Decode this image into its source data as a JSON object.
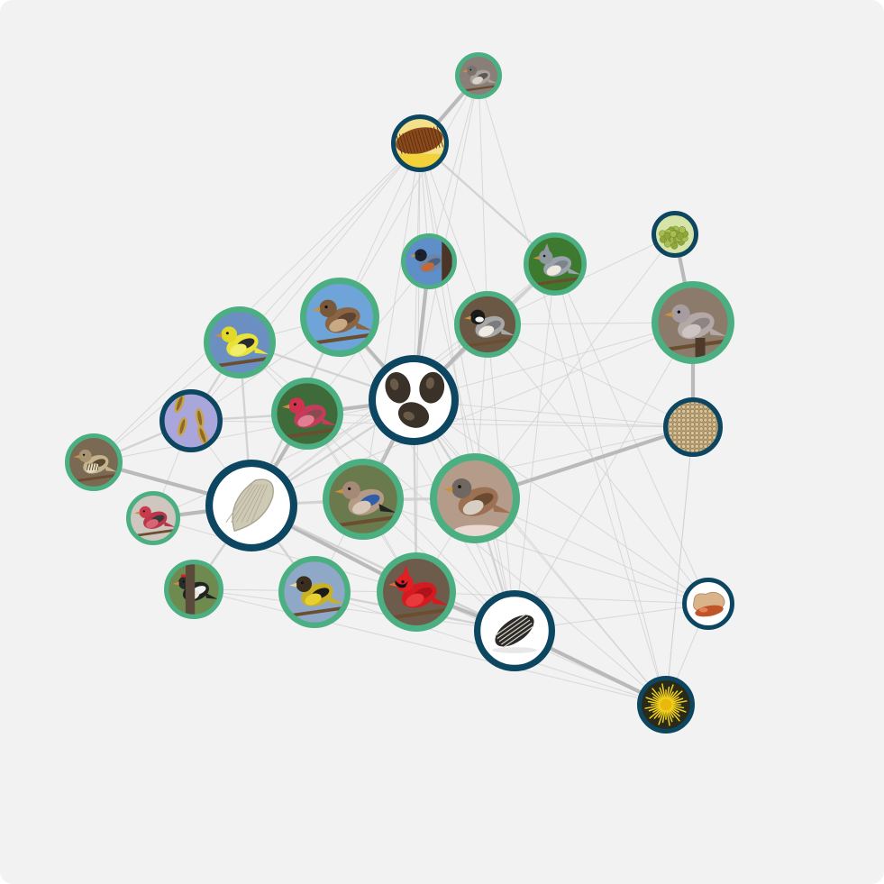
{
  "colors": {
    "background": "#f2f2f2",
    "bird_ring": "#4caf82",
    "seed_ring": "#0d4660",
    "edge": "#b4b4b4",
    "edge_light": "#cfcfcf"
  },
  "nodes": [
    {
      "id": "bird-top-perched",
      "kind": "bird",
      "icon": "small-gray-bird-icon"
    },
    {
      "id": "seed-corn",
      "kind": "seed",
      "icon": "corn-cob-icon"
    },
    {
      "id": "bird-nuthatch",
      "kind": "bird",
      "icon": "nuthatch-icon"
    },
    {
      "id": "bird-titmouse",
      "kind": "bird",
      "icon": "titmouse-icon"
    },
    {
      "id": "seed-green-cluster",
      "kind": "seed",
      "icon": "green-seed-cluster-icon"
    },
    {
      "id": "bird-dove",
      "kind": "bird",
      "icon": "dove-icon"
    },
    {
      "id": "bird-house-finch-f",
      "kind": "bird",
      "icon": "brown-finch-icon"
    },
    {
      "id": "bird-goldfinch",
      "kind": "bird",
      "icon": "goldfinch-icon"
    },
    {
      "id": "bird-chickadee",
      "kind": "bird",
      "icon": "chickadee-icon"
    },
    {
      "id": "seed-black-oil",
      "kind": "seed",
      "icon": "black-seeds-icon"
    },
    {
      "id": "seed-millet-sprig",
      "kind": "seed",
      "icon": "millet-sprig-icon"
    },
    {
      "id": "bird-house-finch-m",
      "kind": "bird",
      "icon": "red-finch-icon"
    },
    {
      "id": "seed-millet-pile",
      "kind": "seed",
      "icon": "millet-pile-icon"
    },
    {
      "id": "bird-sparrow-striped",
      "kind": "bird",
      "icon": "striped-sparrow-icon"
    },
    {
      "id": "seed-safflower",
      "kind": "seed",
      "icon": "safflower-seed-icon"
    },
    {
      "id": "bird-jay",
      "kind": "bird",
      "icon": "jay-icon"
    },
    {
      "id": "bird-house-sparrow",
      "kind": "bird",
      "icon": "house-sparrow-icon"
    },
    {
      "id": "bird-pine-grosbeak",
      "kind": "bird",
      "icon": "grosbeak-icon"
    },
    {
      "id": "seed-peanut",
      "kind": "seed",
      "icon": "peanut-icon"
    },
    {
      "id": "bird-woodpecker",
      "kind": "bird",
      "icon": "woodpecker-icon"
    },
    {
      "id": "bird-evening-grosbeak",
      "kind": "bird",
      "icon": "yellow-grosbeak-icon"
    },
    {
      "id": "bird-cardinal",
      "kind": "bird",
      "icon": "cardinal-icon"
    },
    {
      "id": "seed-striped-sunflower",
      "kind": "seed",
      "icon": "striped-sunflower-seed-icon"
    },
    {
      "id": "seed-nyjer-flower",
      "kind": "seed",
      "icon": "yellow-flower-icon"
    }
  ],
  "edges": [
    [
      "bird-top-perched",
      "seed-corn",
      3
    ],
    [
      "bird-top-perched",
      "bird-nuthatch",
      1
    ],
    [
      "bird-top-perched",
      "bird-chickadee",
      1
    ],
    [
      "bird-top-perched",
      "bird-house-finch-f",
      1
    ],
    [
      "bird-top-perched",
      "seed-nyjer-flower",
      1
    ],
    [
      "bird-top-perched",
      "seed-black-oil",
      1
    ],
    [
      "seed-corn",
      "bird-titmouse",
      2
    ],
    [
      "seed-corn",
      "bird-goldfinch",
      1
    ],
    [
      "seed-corn",
      "bird-house-finch-f",
      1
    ],
    [
      "seed-corn",
      "bird-nuthatch",
      1
    ],
    [
      "seed-corn",
      "bird-chickadee",
      1
    ],
    [
      "seed-corn",
      "seed-black-oil",
      1
    ],
    [
      "seed-corn",
      "seed-millet-sprig",
      1
    ],
    [
      "seed-corn",
      "bird-sparrow-striped",
      1
    ],
    [
      "seed-corn",
      "bird-jay",
      1
    ],
    [
      "seed-corn",
      "bird-house-sparrow",
      1
    ],
    [
      "seed-corn",
      "seed-striped-sunflower",
      1
    ],
    [
      "seed-corn",
      "bird-cardinal",
      1
    ],
    [
      "bird-nuthatch",
      "seed-black-oil",
      3
    ],
    [
      "bird-nuthatch",
      "seed-striped-sunflower",
      1
    ],
    [
      "bird-nuthatch",
      "bird-house-finch-m",
      1
    ],
    [
      "bird-titmouse",
      "bird-chickadee",
      2
    ],
    [
      "bird-titmouse",
      "seed-black-oil",
      2
    ],
    [
      "bird-titmouse",
      "seed-striped-sunflower",
      1
    ],
    [
      "bird-titmouse",
      "seed-safflower",
      1
    ],
    [
      "bird-titmouse",
      "seed-peanut",
      1
    ],
    [
      "bird-titmouse",
      "seed-nyjer-flower",
      1
    ],
    [
      "seed-green-cluster",
      "bird-dove",
      3
    ],
    [
      "seed-green-cluster",
      "bird-house-sparrow",
      1
    ],
    [
      "seed-green-cluster",
      "bird-chickadee",
      1
    ],
    [
      "bird-dove",
      "seed-millet-pile",
      3
    ],
    [
      "bird-dove",
      "seed-black-oil",
      1
    ],
    [
      "bird-dove",
      "seed-safflower",
      1
    ],
    [
      "bird-dove",
      "bird-chickadee",
      1
    ],
    [
      "bird-dove",
      "seed-striped-sunflower",
      1
    ],
    [
      "seed-millet-pile",
      "bird-house-sparrow",
      3
    ],
    [
      "seed-millet-pile",
      "seed-black-oil",
      1
    ],
    [
      "seed-millet-pile",
      "bird-house-finch-m",
      1
    ],
    [
      "seed-millet-pile",
      "seed-millet-sprig",
      1
    ],
    [
      "seed-millet-pile",
      "seed-nyjer-flower",
      1
    ],
    [
      "seed-millet-pile",
      "bird-jay",
      1
    ],
    [
      "seed-millet-pile",
      "bird-chickadee",
      1
    ],
    [
      "bird-house-finch-f",
      "seed-black-oil",
      3
    ],
    [
      "bird-house-finch-f",
      "seed-safflower",
      2
    ],
    [
      "bird-house-finch-f",
      "bird-goldfinch",
      1
    ],
    [
      "bird-house-finch-f",
      "seed-millet-sprig",
      1
    ],
    [
      "bird-house-finch-f",
      "seed-striped-sunflower",
      1
    ],
    [
      "bird-house-finch-f",
      "seed-nyjer-flower",
      1
    ],
    [
      "bird-goldfinch",
      "seed-black-oil",
      2
    ],
    [
      "bird-goldfinch",
      "seed-millet-sprig",
      2
    ],
    [
      "bird-goldfinch",
      "seed-safflower",
      2
    ],
    [
      "bird-goldfinch",
      "bird-sparrow-striped",
      1
    ],
    [
      "bird-goldfinch",
      "seed-nyjer-flower",
      1
    ],
    [
      "bird-goldfinch",
      "bird-house-finch-m",
      1
    ],
    [
      "bird-chickadee",
      "seed-black-oil",
      3
    ],
    [
      "bird-chickadee",
      "seed-striped-sunflower",
      1
    ],
    [
      "bird-chickadee",
      "seed-peanut",
      1
    ],
    [
      "bird-chickadee",
      "bird-house-sparrow",
      1
    ],
    [
      "bird-chickadee",
      "seed-safflower",
      1
    ],
    [
      "seed-black-oil",
      "bird-house-finch-m",
      3
    ],
    [
      "seed-black-oil",
      "bird-jay",
      3
    ],
    [
      "seed-black-oil",
      "bird-house-sparrow",
      2
    ],
    [
      "seed-black-oil",
      "seed-safflower",
      2
    ],
    [
      "seed-black-oil",
      "bird-cardinal",
      2
    ],
    [
      "seed-black-oil",
      "bird-evening-grosbeak",
      1
    ],
    [
      "seed-black-oil",
      "bird-pine-grosbeak",
      1
    ],
    [
      "seed-black-oil",
      "seed-striped-sunflower",
      1
    ],
    [
      "seed-black-oil",
      "seed-peanut",
      1
    ],
    [
      "seed-black-oil",
      "seed-nyjer-flower",
      1
    ],
    [
      "seed-millet-sprig",
      "bird-house-finch-m",
      2
    ],
    [
      "seed-millet-sprig",
      "bird-sparrow-striped",
      2
    ],
    [
      "seed-millet-sprig",
      "seed-safflower",
      1
    ],
    [
      "seed-millet-sprig",
      "bird-pine-grosbeak",
      1
    ],
    [
      "bird-house-finch-m",
      "seed-safflower",
      3
    ],
    [
      "bird-house-finch-m",
      "bird-jay",
      1
    ],
    [
      "bird-house-finch-m",
      "bird-cardinal",
      1
    ],
    [
      "bird-house-finch-m",
      "seed-striped-sunflower",
      1
    ],
    [
      "bird-sparrow-striped",
      "seed-safflower",
      3
    ],
    [
      "bird-sparrow-striped",
      "seed-black-oil",
      1
    ],
    [
      "bird-pine-grosbeak",
      "seed-safflower",
      3
    ],
    [
      "bird-pine-grosbeak",
      "bird-cardinal",
      1
    ],
    [
      "seed-safflower",
      "bird-jay",
      2
    ],
    [
      "seed-safflower",
      "bird-woodpecker",
      2
    ],
    [
      "seed-safflower",
      "bird-evening-grosbeak",
      2
    ],
    [
      "seed-safflower",
      "bird-cardinal",
      3
    ],
    [
      "seed-safflower",
      "seed-striped-sunflower",
      2
    ],
    [
      "seed-safflower",
      "bird-house-sparrow",
      1
    ],
    [
      "bird-jay",
      "bird-house-sparrow",
      2
    ],
    [
      "bird-jay",
      "seed-striped-sunflower",
      1
    ],
    [
      "bird-jay",
      "bird-cardinal",
      1
    ],
    [
      "bird-jay",
      "seed-peanut",
      1
    ],
    [
      "bird-house-sparrow",
      "seed-striped-sunflower",
      2
    ],
    [
      "bird-house-sparrow",
      "bird-cardinal",
      1
    ],
    [
      "bird-house-sparrow",
      "seed-peanut",
      1
    ],
    [
      "bird-woodpecker",
      "bird-cardinal",
      1
    ],
    [
      "bird-woodpecker",
      "seed-striped-sunflower",
      1
    ],
    [
      "bird-woodpecker",
      "seed-nyjer-flower",
      1
    ],
    [
      "bird-evening-grosbeak",
      "seed-striped-sunflower",
      2
    ],
    [
      "bird-evening-grosbeak",
      "seed-nyjer-flower",
      1
    ],
    [
      "bird-cardinal",
      "seed-striped-sunflower",
      3
    ],
    [
      "bird-cardinal",
      "seed-peanut",
      1
    ],
    [
      "bird-cardinal",
      "seed-nyjer-flower",
      1
    ],
    [
      "seed-striped-sunflower",
      "seed-nyjer-flower",
      3
    ],
    [
      "seed-striped-sunflower",
      "seed-peanut",
      1
    ],
    [
      "seed-peanut",
      "seed-nyjer-flower",
      1
    ],
    [
      "seed-millet-pile",
      "seed-nyjer-flower",
      1
    ]
  ]
}
